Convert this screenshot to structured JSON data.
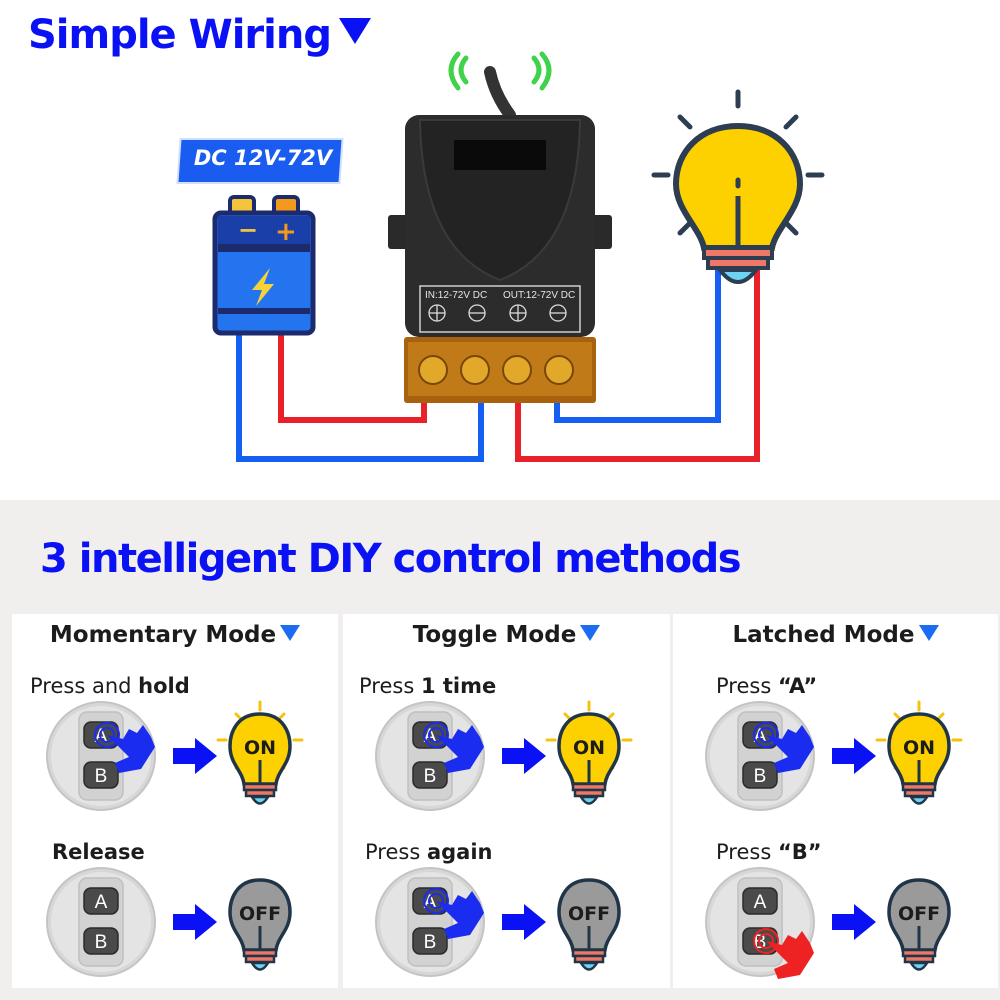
{
  "header": {
    "title": "Simple Wiring",
    "voltage_badge": "DC 12V-72V"
  },
  "relay": {
    "in_label": "IN:12-72V DC",
    "out_label": "OUT:12-72V DC",
    "terminals": [
      "+",
      "-",
      "+",
      "-"
    ]
  },
  "battery": {
    "minus": "−",
    "plus": "+"
  },
  "colors": {
    "title_blue": "#0a12f5",
    "wire_red": "#e8202a",
    "wire_blue": "#1560f2",
    "bulb_yellow": "#fdd000",
    "bulb_off": "#9a9a9a",
    "signal_green": "#3fd24a",
    "section_bg": "#f1efee"
  },
  "methods": {
    "title": "3 intelligent DIY control methods",
    "modes": [
      {
        "name": "Momentary Mode",
        "steps": [
          {
            "prefix": "Press and ",
            "bold": "hold",
            "suffix": "",
            "pressed_button": "A",
            "hand_color": "#1a2cf0",
            "bulb": "ON"
          },
          {
            "prefix": "",
            "bold": "Release",
            "suffix": "",
            "pressed_button": "",
            "hand_color": "",
            "bulb": "OFF"
          }
        ]
      },
      {
        "name": "Toggle Mode",
        "steps": [
          {
            "prefix": "Press ",
            "bold": "1 time",
            "suffix": "",
            "pressed_button": "A",
            "hand_color": "#1a2cf0",
            "bulb": "ON"
          },
          {
            "prefix": "Press ",
            "bold": "again",
            "suffix": "",
            "pressed_button": "A",
            "hand_color": "#1a2cf0",
            "bulb": "OFF"
          }
        ]
      },
      {
        "name": "Latched Mode",
        "steps": [
          {
            "prefix": "Press ",
            "bold": "“A”",
            "suffix": "",
            "pressed_button": "A",
            "hand_color": "#1a2cf0",
            "bulb": "ON"
          },
          {
            "prefix": "Press ",
            "bold": "“B”",
            "suffix": "",
            "pressed_button": "B",
            "hand_color": "#ee2222",
            "bulb": "OFF"
          }
        ]
      }
    ],
    "fob_buttons": [
      "A",
      "B"
    ]
  }
}
